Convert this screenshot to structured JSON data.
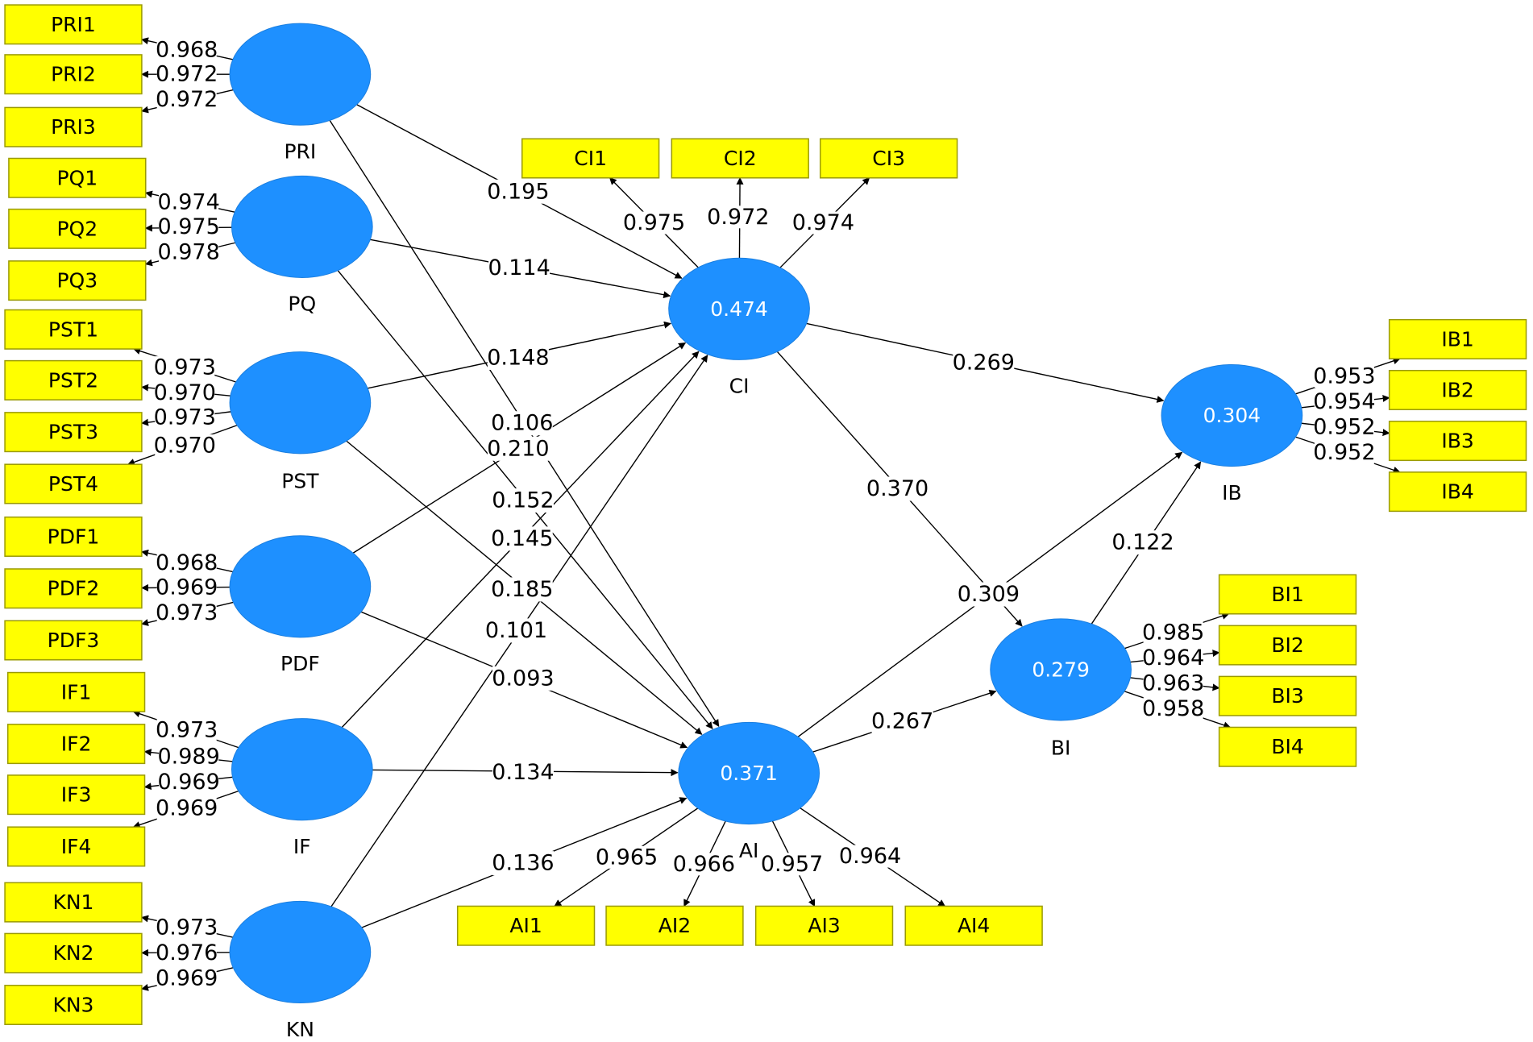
{
  "constructs": [
    {
      "id": "PRI",
      "name": "PRI",
      "r2": ""
    },
    {
      "id": "PQ",
      "name": "PQ",
      "r2": ""
    },
    {
      "id": "PST",
      "name": "PST",
      "r2": ""
    },
    {
      "id": "PDF",
      "name": "PDF",
      "r2": ""
    },
    {
      "id": "IF",
      "name": "IF",
      "r2": ""
    },
    {
      "id": "KN",
      "name": "KN",
      "r2": ""
    },
    {
      "id": "CI",
      "name": "CI",
      "r2": "0.474"
    },
    {
      "id": "AI",
      "name": "AI",
      "r2": "0.371"
    },
    {
      "id": "BI",
      "name": "BI",
      "r2": "0.279"
    },
    {
      "id": "IB",
      "name": "IB",
      "r2": "0.304"
    }
  ],
  "indicators": [
    {
      "name": "PRI1",
      "construct": "PRI",
      "loading": "0.968"
    },
    {
      "name": "PRI2",
      "construct": "PRI",
      "loading": "0.972"
    },
    {
      "name": "PRI3",
      "construct": "PRI",
      "loading": "0.972"
    },
    {
      "name": "PQ1",
      "construct": "PQ",
      "loading": "0.974"
    },
    {
      "name": "PQ2",
      "construct": "PQ",
      "loading": "0.975"
    },
    {
      "name": "PQ3",
      "construct": "PQ",
      "loading": "0.978"
    },
    {
      "name": "PST1",
      "construct": "PST",
      "loading": "0.973"
    },
    {
      "name": "PST2",
      "construct": "PST",
      "loading": "0.970"
    },
    {
      "name": "PST3",
      "construct": "PST",
      "loading": "0.973"
    },
    {
      "name": "PST4",
      "construct": "PST",
      "loading": "0.970"
    },
    {
      "name": "PDF1",
      "construct": "PDF",
      "loading": "0.968"
    },
    {
      "name": "PDF2",
      "construct": "PDF",
      "loading": "0.969"
    },
    {
      "name": "PDF3",
      "construct": "PDF",
      "loading": "0.973"
    },
    {
      "name": "IF1",
      "construct": "IF",
      "loading": "0.973"
    },
    {
      "name": "IF2",
      "construct": "IF",
      "loading": "0.989"
    },
    {
      "name": "IF3",
      "construct": "IF",
      "loading": "0.969"
    },
    {
      "name": "IF4",
      "construct": "IF",
      "loading": "0.969"
    },
    {
      "name": "KN1",
      "construct": "KN",
      "loading": "0.973"
    },
    {
      "name": "KN2",
      "construct": "KN",
      "loading": "0.976"
    },
    {
      "name": "KN3",
      "construct": "KN",
      "loading": "0.969"
    },
    {
      "name": "CI1",
      "construct": "CI",
      "loading": "0.975"
    },
    {
      "name": "CI2",
      "construct": "CI",
      "loading": "0.972"
    },
    {
      "name": "CI3",
      "construct": "CI",
      "loading": "0.974"
    },
    {
      "name": "AI1",
      "construct": "AI",
      "loading": "0.965"
    },
    {
      "name": "AI2",
      "construct": "AI",
      "loading": "0.966"
    },
    {
      "name": "AI3",
      "construct": "AI",
      "loading": "0.957"
    },
    {
      "name": "AI4",
      "construct": "AI",
      "loading": "0.964"
    },
    {
      "name": "BI1",
      "construct": "BI",
      "loading": "0.985"
    },
    {
      "name": "BI2",
      "construct": "BI",
      "loading": "0.964"
    },
    {
      "name": "BI3",
      "construct": "BI",
      "loading": "0.963"
    },
    {
      "name": "BI4",
      "construct": "BI",
      "loading": "0.958"
    },
    {
      "name": "IB1",
      "construct": "IB",
      "loading": "0.953"
    },
    {
      "name": "IB2",
      "construct": "IB",
      "loading": "0.954"
    },
    {
      "name": "IB3",
      "construct": "IB",
      "loading": "0.952"
    },
    {
      "name": "IB4",
      "construct": "IB",
      "loading": "0.952"
    }
  ],
  "paths": [
    {
      "from": "PRI",
      "to": "CI",
      "coef": "0.195"
    },
    {
      "from": "PRI",
      "to": "AI",
      "coef": "0.106"
    },
    {
      "from": "PQ",
      "to": "CI",
      "coef": "0.114"
    },
    {
      "from": "PQ",
      "to": "AI",
      "coef": "0.152"
    },
    {
      "from": "PST",
      "to": "CI",
      "coef": "0.148"
    },
    {
      "from": "PST",
      "to": "AI",
      "coef": "0.185"
    },
    {
      "from": "PDF",
      "to": "CI",
      "coef": "0.210"
    },
    {
      "from": "PDF",
      "to": "AI",
      "coef": "0.093"
    },
    {
      "from": "IF",
      "to": "CI",
      "coef": "0.145"
    },
    {
      "from": "IF",
      "to": "AI",
      "coef": "0.134"
    },
    {
      "from": "KN",
      "to": "CI",
      "coef": "0.101"
    },
    {
      "from": "KN",
      "to": "AI",
      "coef": "0.136"
    },
    {
      "from": "CI",
      "to": "IB",
      "coef": "0.269"
    },
    {
      "from": "CI",
      "to": "BI",
      "coef": "0.370"
    },
    {
      "from": "AI",
      "to": "BI",
      "coef": "0.267"
    },
    {
      "from": "AI",
      "to": "IB",
      "coef": "0.309"
    },
    {
      "from": "BI",
      "to": "IB",
      "coef": "0.122"
    }
  ]
}
